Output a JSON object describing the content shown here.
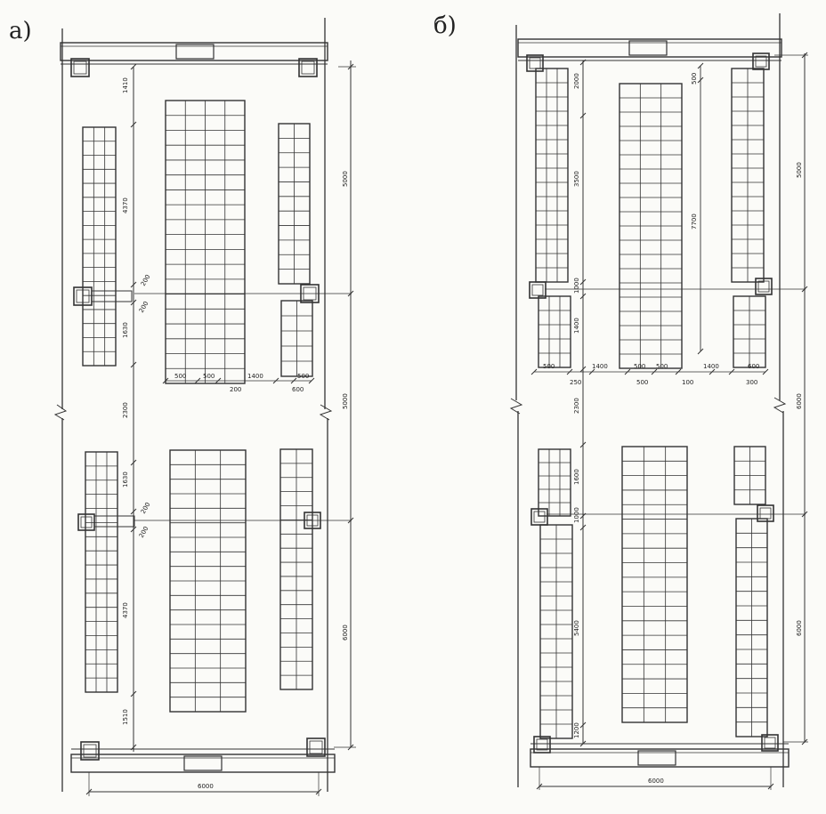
{
  "panels": [
    {
      "label": "а)",
      "dims": {
        "top_gap": "1410",
        "left_upper_rack": "4370",
        "beam_upper_a": "200",
        "beam_upper_b": "200",
        "left_upper_lower": "1630",
        "aisle_mid": "2300",
        "left_lower_upper": "1630",
        "beam_lower_a": "200",
        "beam_lower_b": "200",
        "left_lower_rack": "4370",
        "bottom_gap": "1510",
        "right_span_upper": "5000",
        "right_span_mid": "5000",
        "right_span_lower": "6000",
        "bottom_width": "6000",
        "row_a": "500",
        "row_b": "500",
        "row_c": "1400",
        "row_d": "500",
        "row_e": "200",
        "row_f": "600"
      }
    },
    {
      "label": "б)",
      "dims": {
        "top_gap": "2000",
        "left_upper_rack": "3500",
        "left_upper_small": "1000",
        "left_upper_lower": "1400",
        "aisle_mid": "2300",
        "left_lower_upper": "1600",
        "beam_lower": "1000",
        "left_lower_rack": "5400",
        "bottom_gap": "1200",
        "center_top": "500",
        "center_rack": "7700",
        "right_span_upper": "5000",
        "right_span_mid": "6000",
        "right_span_lower": "6000",
        "bottom_width": "6000",
        "row_a": "500",
        "row_b": "1400",
        "row_c": "500",
        "row_d": "500",
        "row_e": "1400",
        "row_f": "600",
        "row_g": "250",
        "row_h": "500",
        "row_i": "100",
        "row_j": "300"
      }
    }
  ]
}
